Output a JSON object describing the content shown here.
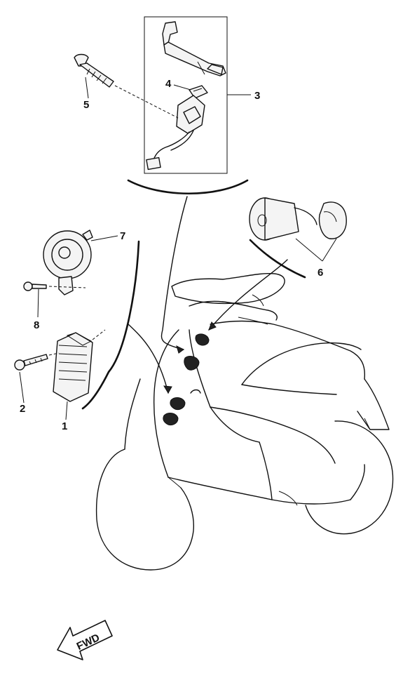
{
  "diagram": {
    "callouts": {
      "c1": "1",
      "c2": "2",
      "c3": "3",
      "c4": "4",
      "c5": "5",
      "c6": "6",
      "c7": "7",
      "c8": "8"
    },
    "direction_label": "FWD"
  }
}
